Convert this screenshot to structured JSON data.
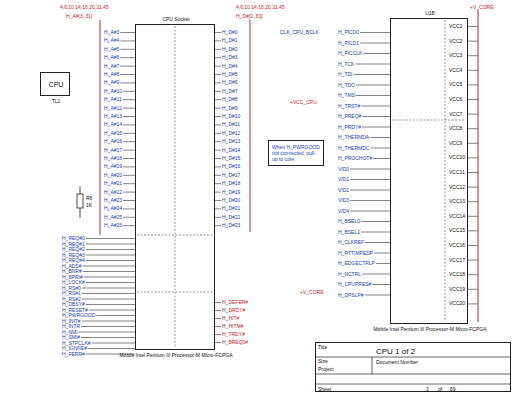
{
  "diagram": {
    "nodes": [
      {
        "text": [
          "CPU",
          "TL1"
        ]
      },
      {
        "text": [
          "CPU Socket",
          "Mobile Intel Pentium III Processor-M Micro-FCPGA"
        ]
      },
      {
        "text": [
          "U1B",
          "Mobile Intel Pentium III Processor-M Micro-FCPGA"
        ]
      },
      {
        "text": [
          "When H_PWRGOOD not connected, pull-up to core"
        ]
      },
      {
        "text": [
          "Title",
          "CPU 1 of 2",
          "Size",
          "Project",
          "Document Number",
          "Sheet",
          "3",
          "of",
          "69"
        ]
      }
    ],
    "labels": [
      "H_A#3",
      "H_A#4",
      "H_A#5",
      "H_A#6",
      "H_A#7",
      "H_A#8",
      "H_A#9",
      "H_A#10",
      "H_A#11",
      "H_A#12",
      "H_A#13",
      "H_A#14",
      "H_A#15",
      "H_A#16",
      "H_A#17",
      "H_A#18",
      "H_A#19",
      "H_A#20",
      "H_A#21",
      "H_A#22",
      "H_A#23",
      "H_A#24",
      "H_A#25",
      "H_A#26",
      "H_D#0",
      "H_D#1",
      "H_D#2",
      "H_D#3",
      "H_D#4",
      "H_D#5",
      "H_D#6",
      "H_D#7",
      "H_D#8",
      "H_D#9",
      "H_D#10",
      "H_D#11",
      "H_D#12",
      "H_D#13",
      "H_D#14",
      "H_D#15",
      "H_D#16",
      "H_D#17",
      "H_D#18",
      "H_D#19",
      "H_D#20",
      "H_D#21",
      "H_D#22",
      "H_D#23",
      "H_REQ#0",
      "H_REQ#1",
      "H_REQ#2",
      "H_REQ#3",
      "H_REQ#4",
      "H_ADS#",
      "H_BNR#",
      "H_BPRI#",
      "H_LOCK#",
      "H_RS#0",
      "H_RS#1",
      "H_RS#2",
      "H_DBSY#",
      "H_RESET#",
      "H_PWRGOOD",
      "H_INIT#",
      "H_INTR",
      "H_NMI",
      "H_SMI#",
      "H_STPCLK#",
      "H_IGNNE#",
      "H_FERR#",
      "H_DEFER#",
      "H_DRDY#",
      "H_HIT#",
      "H_HITM#",
      "H_TRDY#",
      "H_BREQ0#",
      "H_PICD0",
      "H_PICD1",
      "H_PICCLK",
      "H_TCK",
      "H_TDI",
      "H_TDO",
      "H_TMS",
      "H_TRST#",
      "H_PREQ#",
      "H_PRDY#",
      "H_THERMDA",
      "H_THERMDC",
      "H_PROCHOT#",
      "VID0",
      "VID1",
      "VID2",
      "VID3",
      "VID4",
      "H_BSEL0",
      "H_BSEL1",
      "H_CLKREF",
      "H_RTTIMPEDP",
      "H_EDGECTRLP",
      "H_NCTRL",
      "H_CPUPRES#",
      "H_DPSLP#",
      "VCC1",
      "VCC2",
      "VCC3",
      "VCC4",
      "VCC5",
      "VCC6",
      "VCC7",
      "VCC8",
      "VCC9",
      "VCC10",
      "VCC11",
      "VCC12",
      "VCC13",
      "VCC14",
      "VCC15",
      "VCC16",
      "VCC17",
      "VCC18",
      "VCC19",
      "VCC20",
      "4,6,10,14,16,20,31,45",
      "H_A#[3..31]",
      "4,6,10,14,16,20,31,45",
      "H_D#[0..63]",
      "+V_CORE",
      "R6",
      "1K",
      "+VCC_CPU",
      "CLK_CPU_BCLK",
      "+V_CORE"
    ]
  }
}
